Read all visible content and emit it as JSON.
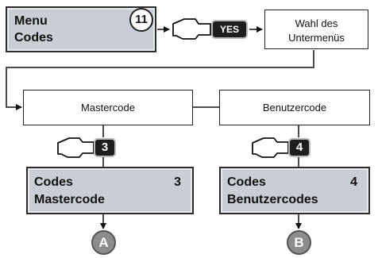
{
  "top_lcd": {
    "line1": "Menu",
    "line2": "Codes",
    "badge": "11"
  },
  "yes_button": {
    "label": "YES"
  },
  "submenu_box": {
    "line1": "Wahl des",
    "line2": "Untermenüs"
  },
  "mastercode_box": {
    "label": "Mastercode"
  },
  "benutzercode_box": {
    "label": "Benutzercode"
  },
  "key3": {
    "label": "3"
  },
  "key4": {
    "label": "4"
  },
  "lcd_left": {
    "line1": "Codes",
    "num": "3",
    "line2": "Mastercode"
  },
  "lcd_right": {
    "line1": "Codes",
    "num": "4",
    "line2": "Benutzercodes"
  },
  "node_a": {
    "label": "A"
  },
  "node_b": {
    "label": "B"
  }
}
